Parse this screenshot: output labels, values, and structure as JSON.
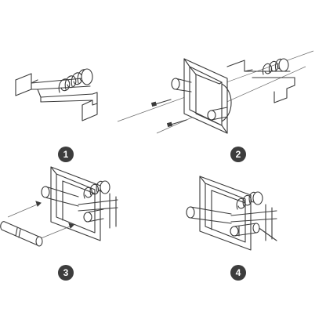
{
  "steps": [
    {
      "number": "1"
    },
    {
      "number": "2"
    },
    {
      "number": "3"
    },
    {
      "number": "4"
    }
  ],
  "colors": {
    "line": "#3a3a3a",
    "badge": "#3d3d3d",
    "background": "#ffffff"
  }
}
